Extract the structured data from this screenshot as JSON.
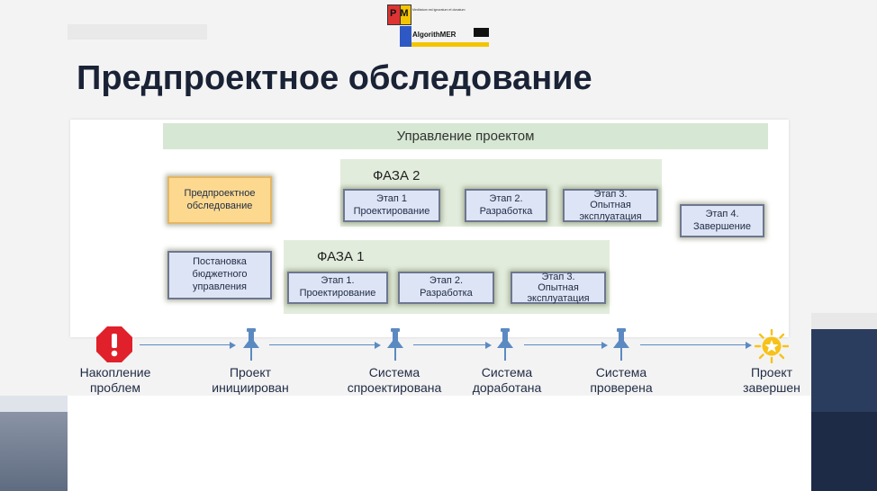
{
  "logo": {
    "abbrev": "PM",
    "tagline": "Meditatum est ignoratum et donatum",
    "name": "AlgorithMER"
  },
  "title": "Предпроектное обследование",
  "diagram": {
    "management_bar": "Управление проектом",
    "phase2": {
      "label": "ФАЗА 2",
      "stages": [
        "Этап 1\nПроектирование",
        "Этап 2.\nРазработка",
        "Этап 3.\nОпытная\nэксплуатация"
      ]
    },
    "phase1": {
      "label": "ФАЗА 1",
      "stages": [
        "Этап 1.\nПроектирование",
        "Этап 2.\nРазработка",
        "Этап 3.\nОпытная\nэксплуатация"
      ]
    },
    "pre_survey": "Предпроектное\nобследование",
    "budget": "Постановка\nбюджетного\nуправления",
    "stage4": "Этап 4.\nЗавершение"
  },
  "timeline": {
    "milestones": [
      {
        "label": "Накопление\nпроблем",
        "icon": "warning-octagon-icon"
      },
      {
        "label": "Проект\nинициирован",
        "icon": "pushpin-icon"
      },
      {
        "label": "Система\nспроектирована",
        "icon": "pushpin-icon"
      },
      {
        "label": "Система\nдоработана",
        "icon": "pushpin-icon"
      },
      {
        "label": "Система\nпроверена",
        "icon": "pushpin-icon"
      },
      {
        "label": "Проект\nзавершен",
        "icon": "star-badge-icon"
      }
    ]
  },
  "colors": {
    "title": "#1a2236",
    "management_bar": "#d6e7d3",
    "phase_bg": "#e2ecdc",
    "stage_box": "#dde4f5",
    "highlight_box": "#fcd98f",
    "timeline_arrow": "#5b8ac2",
    "pin": "#5b8ac2",
    "warning": "#e0202a",
    "star": "#f6c21a"
  }
}
